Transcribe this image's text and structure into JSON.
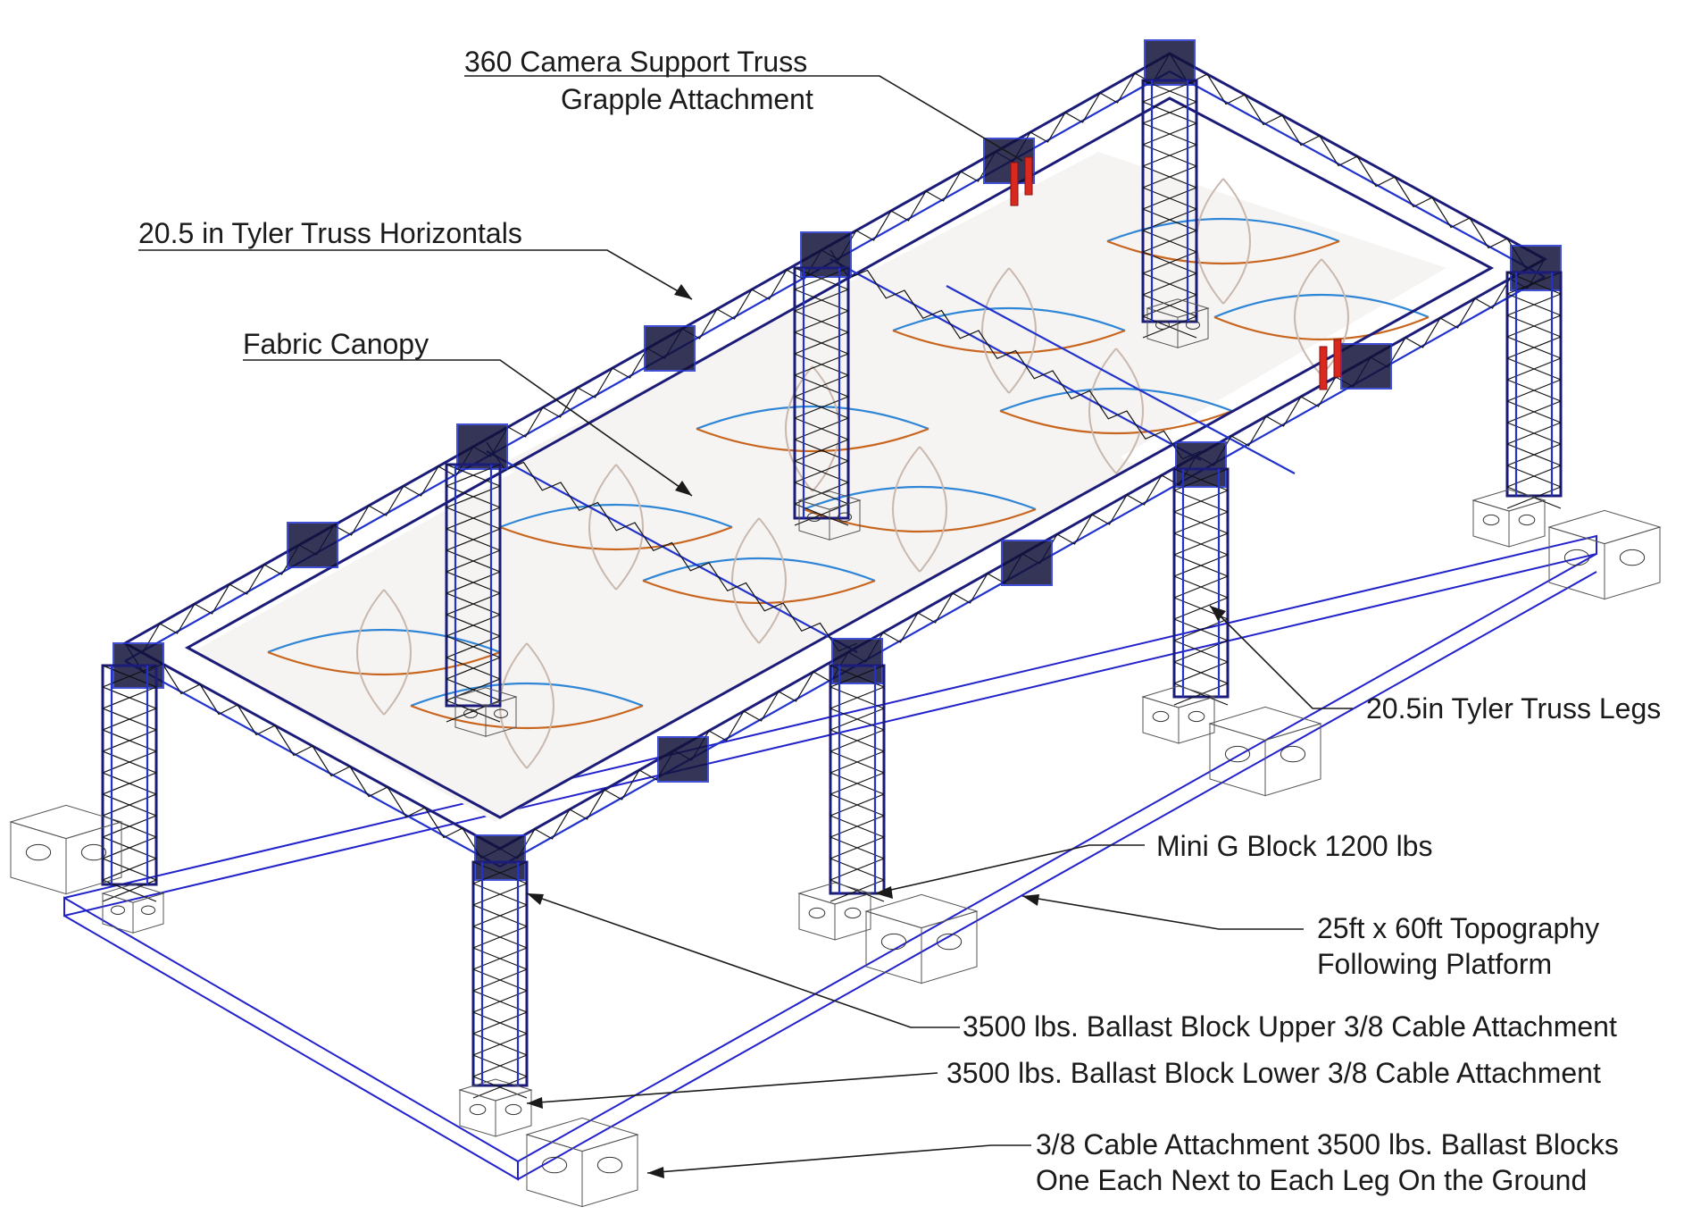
{
  "labels": {
    "camera_truss_line1": "360 Camera Support Truss",
    "camera_truss_line2": "Grapple Attachment",
    "horizontals": "20.5 in Tyler Truss Horizontals",
    "canopy": "Fabric Canopy",
    "legs": "20.5in Tyler Truss Legs",
    "mini_g_block": "Mini G Block 1200 lbs",
    "platform_line1": "25ft x 60ft Topography",
    "platform_line2": "Following Platform",
    "ballast_upper": "3500 lbs. Ballast Block Upper 3/8 Cable Attachment",
    "ballast_lower": "3500 lbs. Ballast Block Lower 3/8  Cable Attachment",
    "ground_line1": "3/8 Cable Attachment 3500 lbs. Ballast Blocks",
    "ground_line2": "One Each Next to Each Leg On the Ground"
  },
  "colors": {
    "truss": "#1b1b7a",
    "truss_accent": "#2233cc",
    "canopy_blue": "#2f86d6",
    "canopy_orange": "#c8651e",
    "canopy_tan": "#c9b8ae",
    "grapple": "#d9281e",
    "text": "#1a1a1a"
  }
}
